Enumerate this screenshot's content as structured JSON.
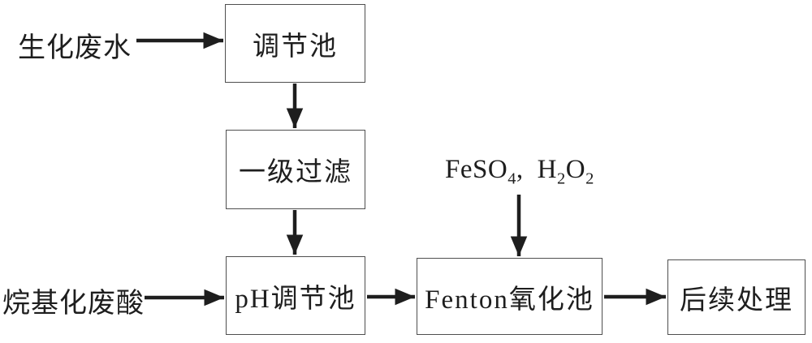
{
  "diagram": {
    "type": "process-flowchart",
    "subject": "Fenton oxidation wastewater treatment process",
    "colors": {
      "background": "#ffffff",
      "ink": "#1e1e1e",
      "box_border": "#4f4f4f",
      "arrow": "#1e1e1e"
    },
    "inputs": {
      "biochemical_wastewater": "生化废水",
      "alkylation_waste_acid": "烷基化废酸"
    },
    "reagent": {
      "p1": "FeSO",
      "s1": "4",
      "p2": ", H",
      "s2": "2",
      "p3": "O",
      "s3": "2"
    },
    "nodes": {
      "regulation_tank": "调节池",
      "primary_filtration": "一级过滤",
      "ph_regulation_tank": "pH调节池",
      "fenton_oxidation_tank": "Fenton氧化池",
      "subsequent_treatment": "后续处理"
    },
    "edges": [
      "生化废水 → 调节池",
      "调节池 → 一级过滤",
      "一级过滤 → pH调节池",
      "烷基化废酸 → pH调节池",
      "FeSO4, H2O2 → Fenton氧化池",
      "pH调节池 → Fenton氧化池",
      "Fenton氧化池 → 后续处理"
    ]
  }
}
